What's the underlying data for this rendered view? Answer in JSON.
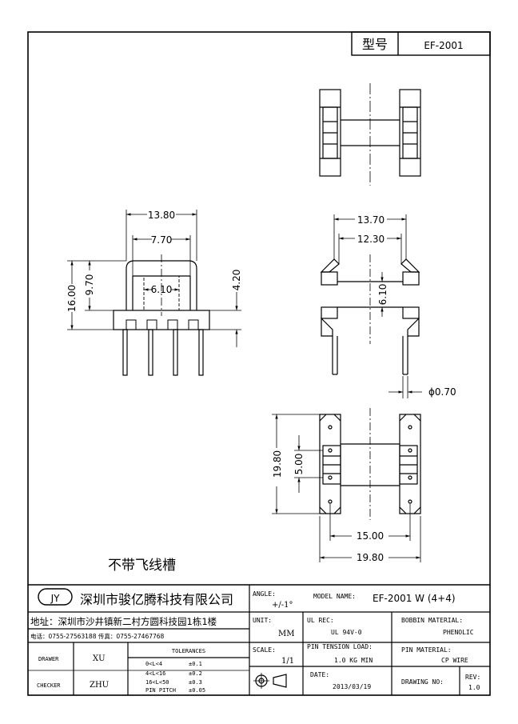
{
  "header": {
    "type_label": "型号",
    "model": "EF-2001"
  },
  "dims": {
    "w_13_80": "13.80",
    "w_7_70": "7.70",
    "w_6_10": "6.10",
    "h_16_00": "16.00",
    "h_9_70": "9.70",
    "h_4_20": "4.20",
    "w_13_70": "13.70",
    "w_12_30": "12.30",
    "h_6_10": "6.10",
    "pin_dia": "ϕ0.70",
    "h_19_80": "19.80",
    "h_5_00": "5.00",
    "w_15_00": "15.00",
    "w_19_80": "19.80"
  },
  "note": "不带飞线槽",
  "title_block": {
    "logo": "JY",
    "company": "深圳市骏亿腾科技有限公司",
    "address": "地址：深圳市沙井镇新二村方圆科技园1栋1楼",
    "phone": "电话：0755-27563188  传真：0755-27467768",
    "angle_label": "ANGLE:",
    "angle_value": "+/-1°",
    "model_name_label": "MODEL NAME:",
    "model_name_value": "EF-2001 W (4+4)",
    "unit_label": "UNIT:",
    "unit_value": "MM",
    "ul_label": "UL REC:",
    "ul_value": "UL 94V-0",
    "bobbin_label": "BOBBIN MATERIAL:",
    "bobbin_value": "PHENOLIC",
    "drawer_label": "DRAWER",
    "drawer_value": "XU",
    "tolerances_label": "TOLERANCES",
    "tol_rows": [
      {
        "range": "0<L<4",
        "value": "±0.1"
      },
      {
        "range": "4<L<16",
        "value": "±0.2"
      },
      {
        "range": "16<L<50",
        "value": "±0.3"
      },
      {
        "range": "PIN PITCH",
        "value": "±0.05"
      }
    ],
    "scale_label": "SCALE:",
    "scale_value": "1/1",
    "pin_tension_label": "PIN TENSION LOAD:",
    "pin_tension_value": "1.0 KG MIN",
    "pin_material_label": "PIN MATERIAL:",
    "pin_material_value": "CP WIRE",
    "checker_label": "CHECKER",
    "checker_value": "ZHU",
    "date_label": "DATE:",
    "date_value": "2013/03/19",
    "drawing_no_label": "DRAWING NO:",
    "rev_label": "REV:",
    "rev_value": "1.0"
  }
}
